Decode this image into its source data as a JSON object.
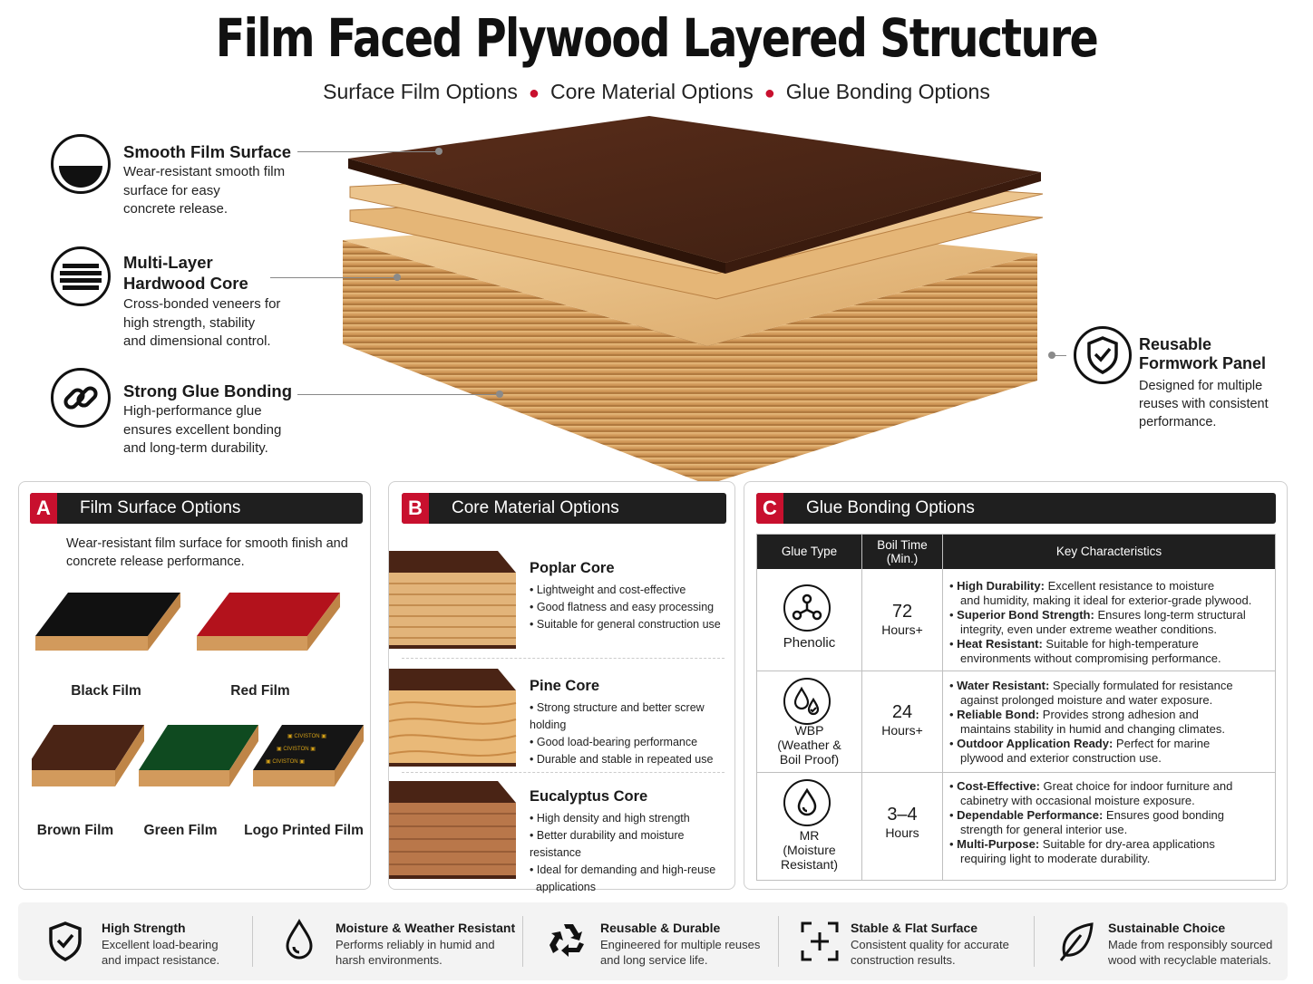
{
  "header": {
    "title": "Film Faced Plywood Layered Structure",
    "subtitle": [
      "Surface Film Options",
      "Core Material Options",
      "Glue Bonding Options"
    ]
  },
  "features": [
    {
      "title": "Smooth Film Surface",
      "desc": [
        "Wear-resistant smooth film",
        "surface for easy",
        "concrete release."
      ],
      "icon": "half-circle-icon"
    },
    {
      "title": [
        "Multi-Layer",
        "Hardwood Core"
      ],
      "desc": [
        "Cross-bonded veneers for",
        "high strength, stability",
        "and dimensional control."
      ],
      "icon": "layers-icon"
    },
    {
      "title": "Strong Glue Bonding",
      "desc": [
        "High-performance glue",
        "ensures excellent bonding",
        "and long-term durability."
      ],
      "icon": "chain-link-icon"
    }
  ],
  "reusable": {
    "title": [
      "Reusable",
      "Formwork Panel"
    ],
    "desc": [
      "Designed for multiple",
      "reuses with consistent",
      "performance."
    ],
    "icon": "shield-check-icon"
  },
  "panelA": {
    "letter": "A",
    "title": "Film Surface Options",
    "desc": [
      "Wear-resistant film surface for smooth finish and",
      "concrete release performance."
    ],
    "films": [
      {
        "label": "Black Film",
        "color": "#111111"
      },
      {
        "label": "Red Film",
        "color": "#b3121c"
      },
      {
        "label": "Brown Film",
        "color": "#4a2415"
      },
      {
        "label": "Green Film",
        "color": "#0f4a20"
      },
      {
        "label": "Logo Printed Film",
        "color": "#151515"
      }
    ],
    "logo_text": "CIVISTON"
  },
  "panelB": {
    "letter": "B",
    "title": "Core Material Options",
    "cores": [
      {
        "title": "Poplar Core",
        "bullets": [
          "Lightweight and cost-effective",
          "Good flatness and easy processing",
          "Suitable for general construction use"
        ]
      },
      {
        "title": "Pine Core",
        "bullets": [
          "Strong structure and better screw holding",
          "Good load-bearing performance",
          "Durable and stable in repeated use"
        ]
      },
      {
        "title": "Eucalyptus Core",
        "bullets": [
          "High density and high strength",
          "Better durability and moisture resistance",
          "Ideal for demanding and high-reuse",
          "applications"
        ]
      }
    ]
  },
  "panelC": {
    "letter": "C",
    "title": "Glue Bonding Options",
    "headers": {
      "type": "Glue Type",
      "boil": [
        "Boil Time",
        "(Min.)"
      ],
      "chars": "Key Characteristics"
    },
    "rows": [
      {
        "type": [
          "Phenolic"
        ],
        "boil": [
          "72",
          "Hours+"
        ],
        "icon": "molecule-icon",
        "items": [
          {
            "k": "High Durability:",
            "v": " Excellent resistance to moisture",
            "c": "and humidity, making it ideal for exterior-grade plywood."
          },
          {
            "k": "Superior Bond Strength:",
            "v": " Ensures long-term structural",
            "c": "integrity, even under extreme weather conditions."
          },
          {
            "k": "Heat Resistant:",
            "v": " Suitable for high-temperature",
            "c": "environments without compromising performance."
          }
        ]
      },
      {
        "type": [
          "WBP",
          "(Weather &",
          "Boil Proof)"
        ],
        "boil": [
          "24",
          "Hours+"
        ],
        "icon": "water-drops-icon",
        "items": [
          {
            "k": "Water Resistant:",
            "v": " Specially formulated for resistance",
            "c": "against prolonged moisture and water exposure."
          },
          {
            "k": "Reliable Bond:",
            "v": " Provides strong adhesion and",
            "c": "maintains stability in humid and changing climates."
          },
          {
            "k": "Outdoor Application Ready:",
            "v": " Perfect for marine",
            "c": "plywood and exterior construction use."
          }
        ]
      },
      {
        "type": [
          "MR",
          "(Moisture",
          "Resistant)"
        ],
        "boil": [
          "3–4",
          "Hours"
        ],
        "icon": "water-drop-icon",
        "items": [
          {
            "k": "Cost-Effective:",
            "v": " Great choice for indoor furniture and",
            "c": "cabinetry with occasional moisture exposure."
          },
          {
            "k": "Dependable Performance:",
            "v": " Ensures good bonding",
            "c": "strength for general interior use."
          },
          {
            "k": "Multi-Purpose:",
            "v": " Suitable for dry-area applications",
            "c": "requiring light to moderate durability."
          }
        ]
      }
    ]
  },
  "bottom": [
    {
      "title": "High Strength",
      "desc": [
        "Excellent load-bearing",
        "and impact resistance."
      ],
      "icon": "shield-check-icon"
    },
    {
      "title": "Moisture & Weather Resistant",
      "desc": [
        "Performs reliably in humid and",
        "harsh environments."
      ],
      "icon": "water-drop-icon"
    },
    {
      "title": "Reusable & Durable",
      "desc": [
        "Engineered for multiple reuses",
        "and long service life."
      ],
      "icon": "recycle-icon"
    },
    {
      "title": "Stable & Flat Surface",
      "desc": [
        "Consistent quality for accurate",
        "construction results."
      ],
      "icon": "frame-plus-icon"
    },
    {
      "title": "Sustainable Choice",
      "desc": [
        "Made from responsibly sourced",
        "wood with recyclable materials."
      ],
      "icon": "leaf-icon"
    }
  ],
  "colors": {
    "accent": "#c8102e",
    "dark": "#1f1f1f",
    "film_brown": "#4a2415",
    "wood": "#d8a86c"
  }
}
